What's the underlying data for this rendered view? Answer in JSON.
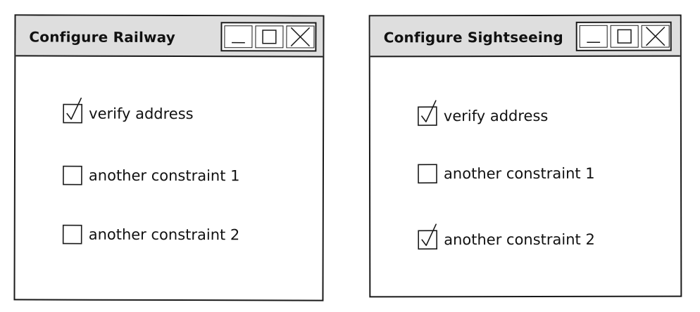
{
  "windows": [
    {
      "title": "Configure Railway",
      "controls": {
        "minimize": "_",
        "maximize": "□",
        "close": "X"
      },
      "options": [
        {
          "label": "verify address",
          "checked": true
        },
        {
          "label": "another constraint 1",
          "checked": false
        },
        {
          "label": "another constraint 2",
          "checked": false
        }
      ]
    },
    {
      "title": "Configure Sightseeing",
      "controls": {
        "minimize": "_",
        "maximize": "□",
        "close": "X"
      },
      "options": [
        {
          "label": "verify address",
          "checked": true
        },
        {
          "label": "another constraint 1",
          "checked": false
        },
        {
          "label": "another constraint 2",
          "checked": true
        }
      ]
    }
  ],
  "colors": {
    "titlebar": "#dedede",
    "stroke": "#1a1a1a",
    "background": "#ffffff"
  }
}
